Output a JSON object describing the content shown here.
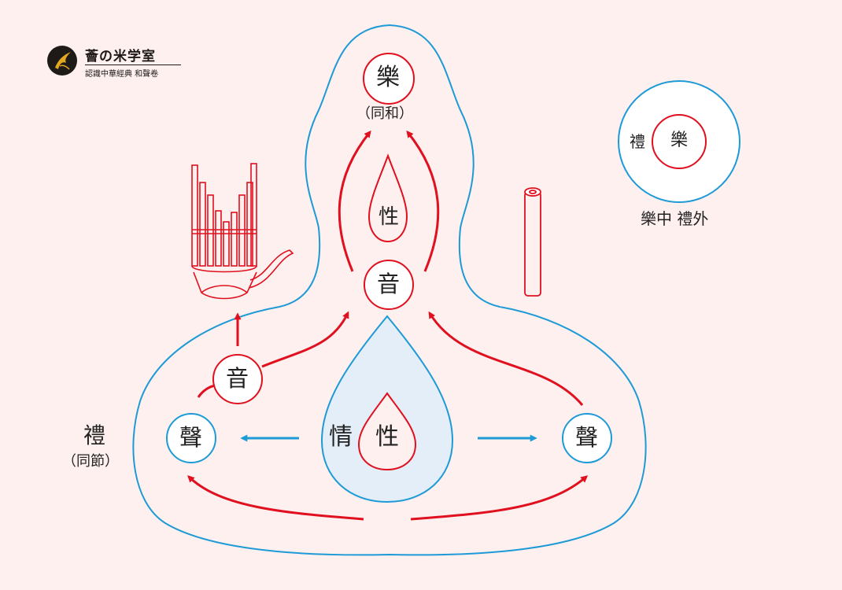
{
  "brand": {
    "title": "薈の米学室",
    "subtitle": "認識中華經典 和聲卷"
  },
  "labels": {
    "yue_top": "樂",
    "tong_he": "（同和）",
    "xing_top": "性",
    "yin_center": "音",
    "yin_left": "音",
    "sheng_left": "聲",
    "sheng_right": "聲",
    "qing": "情",
    "xing_bottom": "性",
    "li": "禮",
    "tong_jie": "（同節）",
    "inset_li": "禮",
    "inset_yue": "樂",
    "inset_caption": "樂中 禮外"
  },
  "icons": {
    "logo": "phoenix-logo-icon",
    "sheng": "sheng-mouth-organ-icon",
    "pipe": "pipe-tube-icon"
  },
  "colors": {
    "background": "#fdf0ef",
    "blue": "#1e9ad6",
    "red": "#e0101f",
    "drop_fill": "#e3eef8"
  }
}
